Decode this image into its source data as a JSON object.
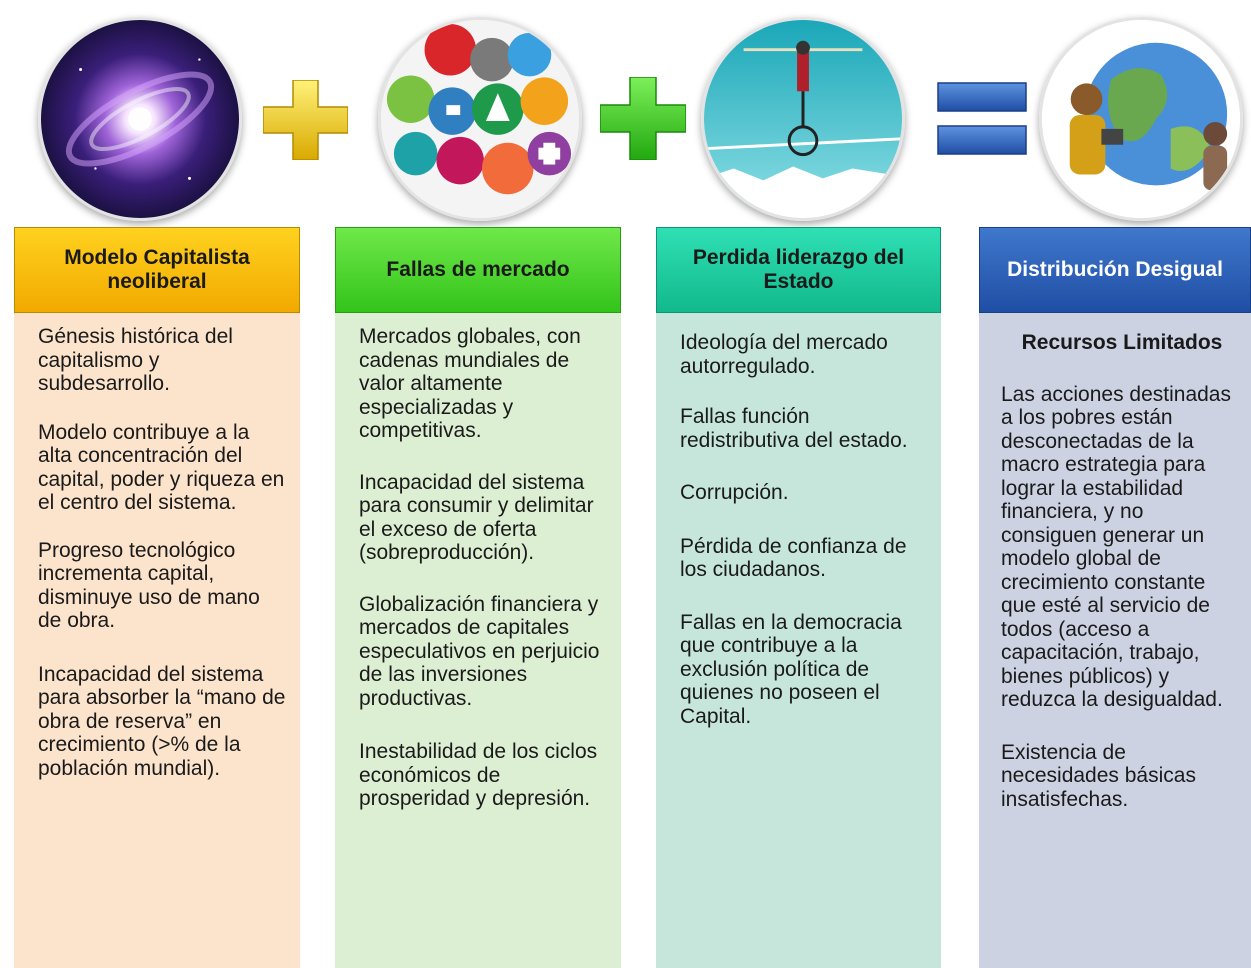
{
  "operators": {
    "plus1": {
      "name": "plus-yellow",
      "color": "#f5c800"
    },
    "plus2": {
      "name": "plus-green",
      "color": "#33c41a"
    },
    "equals": {
      "name": "equals-blue",
      "color": "#2a5bb5"
    }
  },
  "icons": [
    {
      "name": "galaxy-icon"
    },
    {
      "name": "market-sectors-icon"
    },
    {
      "name": "tightrope-walker-icon"
    },
    {
      "name": "globe-children-icon"
    }
  ],
  "columns": [
    {
      "title": "Modelo Capitalista neoliberal",
      "color": "#f5b800",
      "body_color": "#fbe3cc",
      "items": [
        "Génesis histórica del capitalismo y subdesarrollo.",
        "Modelo contribuye a la alta concentración del capital, poder y riqueza en el centro del sistema.",
        "Progreso tecnológico incrementa capital, disminuye uso de mano de obra.",
        "Incapacidad del sistema para absorber la “mano de obra de reserva” en crecimiento (>% de la población mundial)."
      ]
    },
    {
      "title": "Fallas de mercado",
      "color": "#43d221",
      "body_color": "#dcefd3",
      "items": [
        "Mercados globales, con cadenas mundiales de valor altamente especializadas y competitivas.",
        "Incapacidad del sistema para consumir y delimitar el exceso de oferta (sobreproducción).",
        "Globalización financiera y mercados de capitales especulativos en perjuicio de las inversiones productivas.",
        "Inestabilidad de los ciclos económicos de prosperidad y depresión."
      ]
    },
    {
      "title": "Perdida liderazgo del Estado",
      "color": "#18c99c",
      "body_color": "#c6e6dc",
      "items": [
        "Ideología del mercado autorregulado.",
        "Fallas función redistributiva del estado.",
        "Corrupción.",
        "Pérdida de confianza de los ciudadanos.",
        "Fallas en la democracia que contribuye a la exclusión política de quienes no poseen el Capital."
      ]
    },
    {
      "title": "Distribución Desigual",
      "subtitle": "Recursos Limitados",
      "color": "#2b5fb8",
      "body_color": "#cdd2e3",
      "items": [
        "Las acciones destinadas a los pobres están desconectadas de la macro estrategia para lograr la estabilidad financiera, y no consiguen generar un modelo global de crecimiento constante que esté al servicio de todos (acceso a capacitación, trabajo, bienes públicos) y reduzca la desigualdad.",
        "Existencia de necesidades básicas insatisfechas."
      ]
    }
  ]
}
